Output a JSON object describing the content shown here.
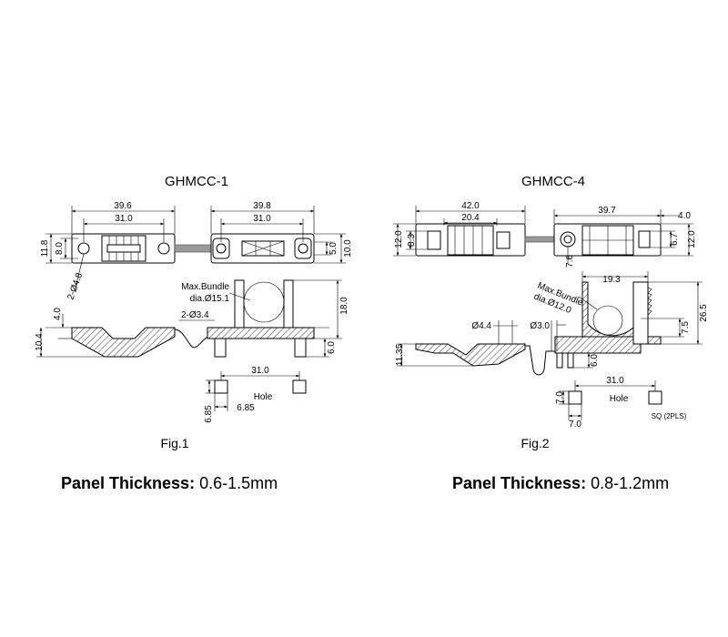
{
  "fig1": {
    "title": "GHMCC-1",
    "caption": "Fig.1",
    "dims": {
      "w_left": "39.6",
      "w_left_inner": "31.0",
      "w_right": "39.8",
      "w_right_inner": "31.0",
      "h_outer": "11.8",
      "h_inner": "8.0",
      "r_small": "5.0",
      "r_outer": "10.0",
      "hole_dia": "2-Ø4.8",
      "bundle_line1": "Max.Bundle",
      "bundle_line2": "dia.Ø15.1",
      "pin_dia": "2-Ø3.4",
      "height_right": "18.0",
      "foot": "6.0",
      "side_low": "4.0",
      "side_total": "10.4",
      "hole_pitch": "31.0",
      "hole_label": "Hole",
      "sq_v": "6.85",
      "sq_h": "6.85"
    },
    "panel_label": "Panel Thickness:",
    "panel_value": "0.6-1.5mm"
  },
  "fig2": {
    "title": "GHMCC-4",
    "caption": "Fig.2",
    "dims": {
      "w_left": "42.0",
      "w_left_inner": "20.4",
      "w_right": "39.7",
      "right_tab": "4.0",
      "h_outer": "12.0",
      "h_inner": "8.3",
      "r_inner": "6.7",
      "r_outer": "12.0",
      "tab_h": "7.6",
      "bundle_line1": "Max.Bundle",
      "bundle_line2": "dia.Ø12.0",
      "width_top": "19.3",
      "pin_dia_a": "Ø4.4",
      "pin_dia_b": "Ø3.0",
      "h_small": "7.5",
      "h_total": "26.5",
      "foot": "6.0",
      "side_total": "11.35",
      "hole_pitch": "31.0",
      "hole_label": "Hole",
      "sq_v": "7.0",
      "sq_h": "7.0",
      "sq_note": "SQ (2PLS)"
    },
    "panel_label": "Panel Thickness:",
    "panel_value": "0.8-1.2mm"
  }
}
